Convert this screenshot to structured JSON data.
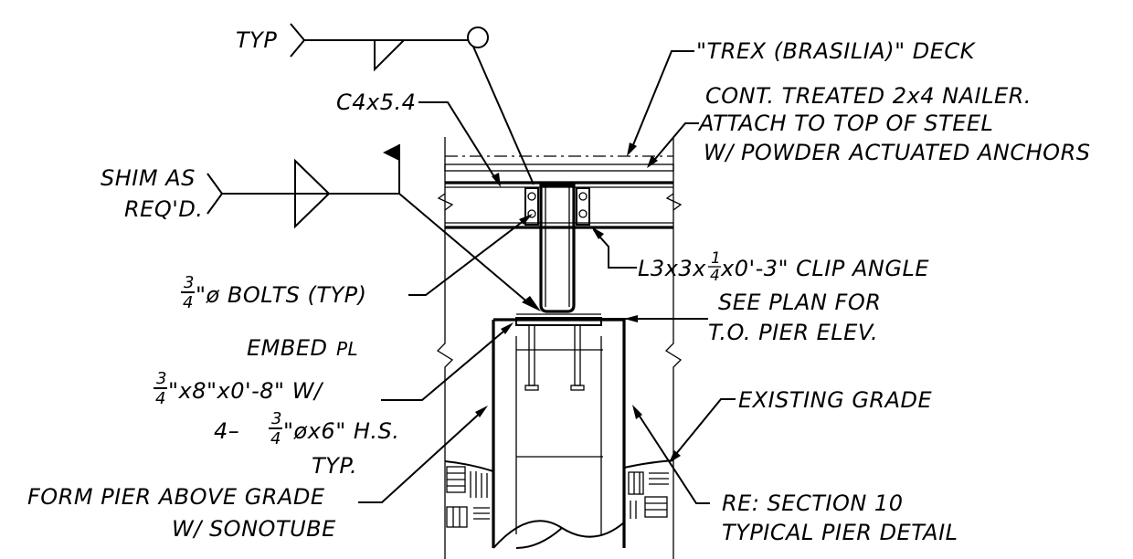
{
  "notes": {
    "weld_typ": "TYP",
    "deck": "\"TREX (BRASILIA)\" DECK",
    "nailer_1": "CONT. TREATED 2x4 NAILER.",
    "nailer_2": "ATTACH TO TOP OF STEEL",
    "nailer_3": "W/ POWDER ACTUATED ANCHORS",
    "channel": "C4x5.4",
    "shim_1": "SHIM AS",
    "shim_2": "REQ'D.",
    "clip_angle": {
      "pre": "L3x3x",
      "num": "1",
      "den": "4",
      "post": "x0'-3\" CLIP ANGLE"
    },
    "bolts": {
      "num": "3",
      "den": "4",
      "post": "\"ø BOLTS (TYP)"
    },
    "see_plan_1": "SEE PLAN FOR",
    "see_plan_2": "T.O. PIER ELEV.",
    "embed_1": "EMBED",
    "embed_plate_symbol": "PL",
    "embed_2": {
      "num": "3",
      "den": "4",
      "post": "\"x8\"x0'-8\" W/"
    },
    "embed_3": {
      "pre": "4– ",
      "num": "3",
      "den": "4",
      "post": "\"øx6\" H.S."
    },
    "embed_4": "TYP.",
    "existing_grade": "EXISTING GRADE",
    "form_pier_1": "FORM PIER ABOVE GRADE",
    "form_pier_2": "W/ SONOTUBE",
    "re_section_1": "RE: SECTION 10",
    "re_section_2": "TYPICAL PIER DETAIL"
  }
}
